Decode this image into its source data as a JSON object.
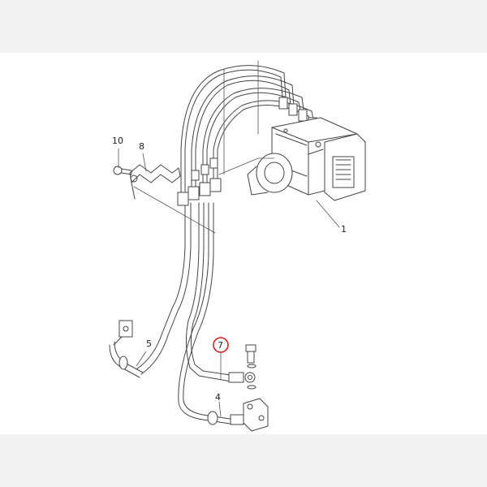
{
  "diagram": {
    "callouts": [
      {
        "id": "1",
        "text": "1"
      },
      {
        "id": "4",
        "text": "4"
      },
      {
        "id": "5",
        "text": "5"
      },
      {
        "id": "7",
        "text": "7",
        "highlighted": true
      },
      {
        "id": "8",
        "text": "8"
      },
      {
        "id": "10",
        "text": "10"
      }
    ],
    "highlight_color": "#cc2222",
    "line_color": "#333333"
  }
}
